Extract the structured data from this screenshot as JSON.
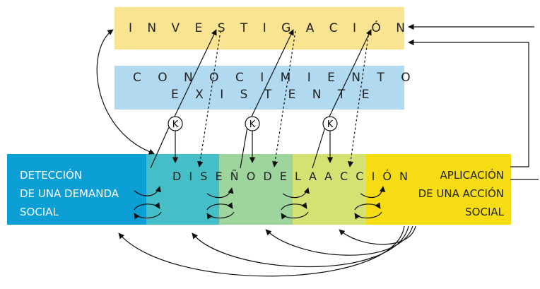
{
  "colors": {
    "investigacion_box": "#f8e491",
    "conocimiento_box": "#b1daf0",
    "deteccion_box": "#0c9fd6",
    "diseno_box_1": "#45bec8",
    "diseno_box_2": "#9dd59d",
    "diseno_box_3": "#d5e272",
    "aplicacion_box": "#f6dc12",
    "arrow": "#111111"
  },
  "investigacion": {
    "label": "I N V E S T I G A C I Ó N"
  },
  "conocimiento": {
    "line1": "C O N O C I M I E N T O",
    "line2": "E X I S T E N T E"
  },
  "k_nodes": [
    "K",
    "K",
    "K"
  ],
  "deteccion": {
    "line1": "DETECCIÓN",
    "line2": "DE UNA DEMANDA",
    "line3": "SOCIAL"
  },
  "diseno": {
    "label": "D I S E Ñ O  D E  L A  A C C I Ó N"
  },
  "aplicacion": {
    "line1": "APLICACIÓN",
    "line2": "DE UNA ACCIÓN",
    "line3": "SOCIAL"
  }
}
